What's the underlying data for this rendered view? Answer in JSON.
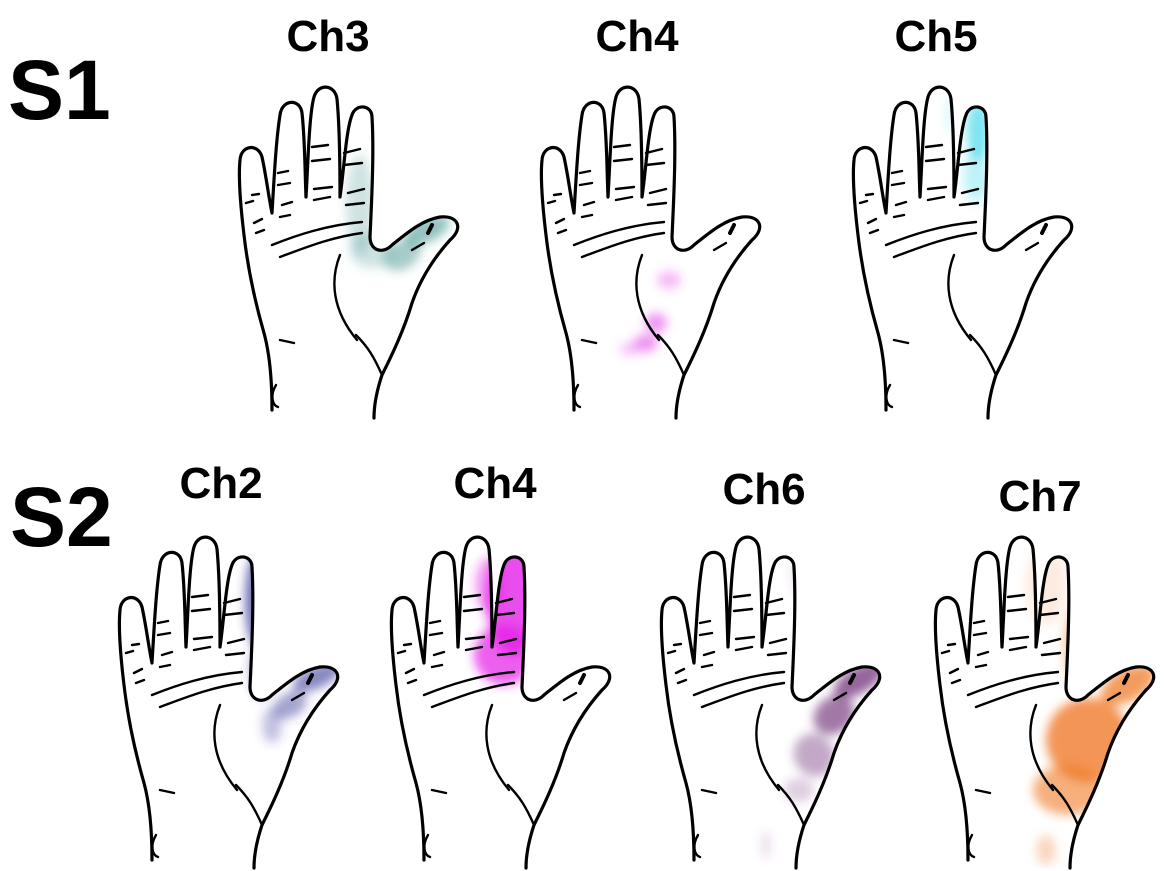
{
  "rows": [
    {
      "label": "S1",
      "panels": [
        {
          "channel": "Ch3",
          "color": "#3a8f8a",
          "region": "thumb-and-index-base"
        },
        {
          "channel": "Ch4",
          "color": "#e23fe6",
          "region": "thenar-base-spots"
        },
        {
          "channel": "Ch5",
          "color": "#26d3e8",
          "region": "index-finger"
        }
      ]
    },
    {
      "label": "S2",
      "panels": [
        {
          "channel": "Ch2",
          "color": "#38389a",
          "region": "index-and-thumb"
        },
        {
          "channel": "Ch4",
          "color": "#e51fe8",
          "region": "middle-index-fingers-palm"
        },
        {
          "channel": "Ch6",
          "color": "#7b3f82",
          "region": "thumb-and-thenar"
        },
        {
          "channel": "Ch7",
          "color": "#f07b2a",
          "region": "palm-thumb-wrist"
        }
      ]
    }
  ]
}
